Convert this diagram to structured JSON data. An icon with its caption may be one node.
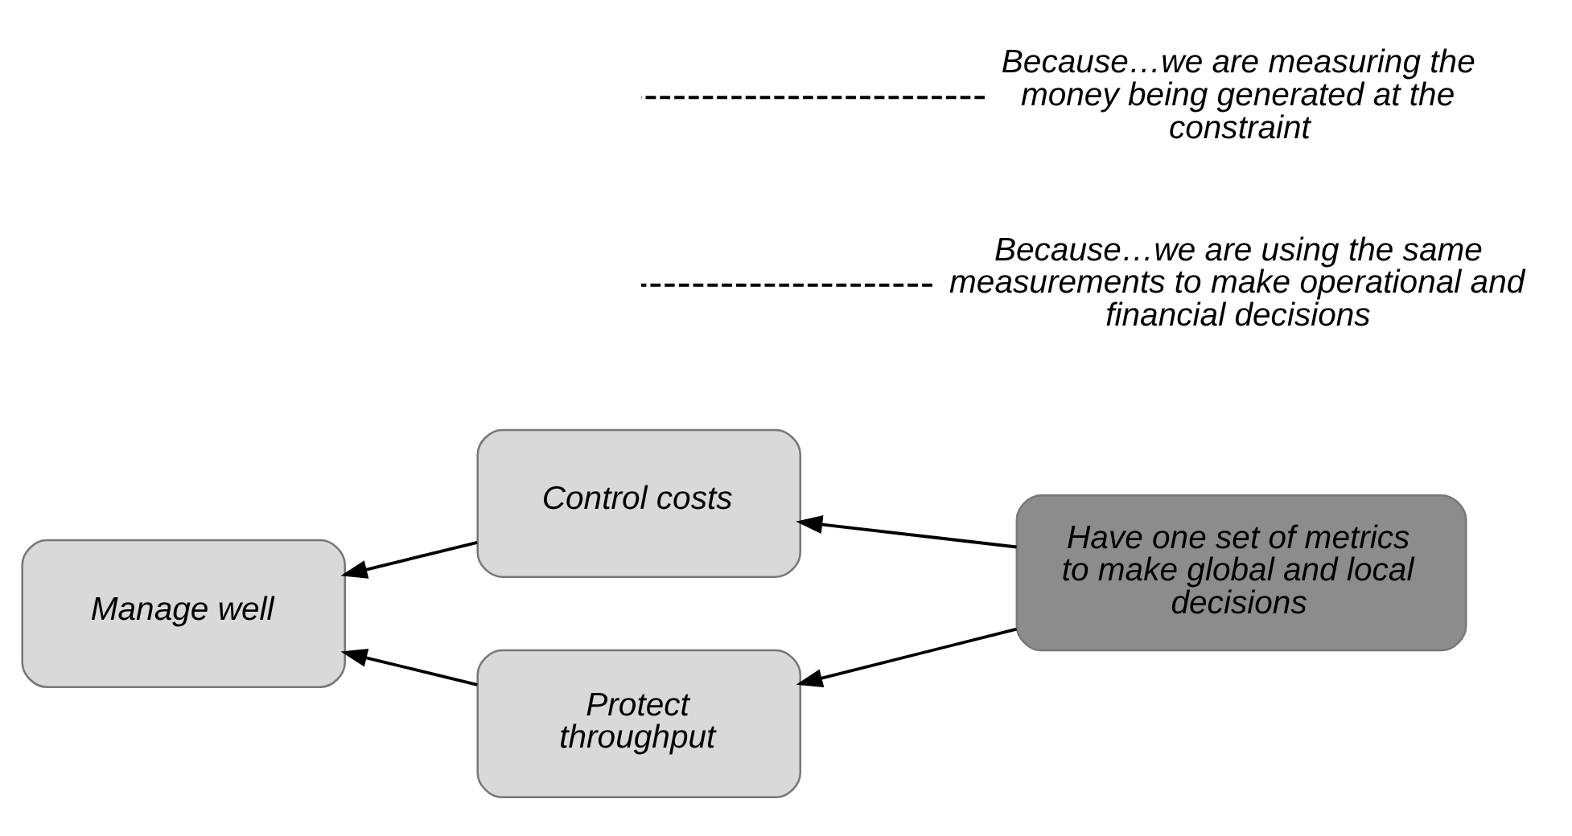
{
  "diagram": {
    "nodes": [
      {
        "text": [
          "Control costs"
        ]
      },
      {
        "text": [
          "Manage well"
        ]
      },
      {
        "text": [
          "Have one set of metrics to make global and local decisions"
        ]
      },
      {
        "text": [
          "Protect throughput"
        ]
      },
      {
        "text": [
          "Because…we are using the same measurements to make operational and financial decisions"
        ]
      },
      {
        "text": [
          "Because…we are measuring the money being generated at the constraint"
        ]
      }
    ],
    "edges": [
      {
        "from": 0,
        "to": 1,
        "arrow": "to"
      },
      {
        "from": 3,
        "to": 1,
        "arrow": "to"
      },
      {
        "from": 2,
        "to": 0,
        "arrow": "to"
      },
      {
        "from": 2,
        "to": 3,
        "arrow": "to"
      },
      {
        "from": 4,
        "to": null,
        "arrow": "none",
        "style": "dashed"
      },
      {
        "from": 5,
        "to": null,
        "arrow": "none",
        "style": "dashed"
      }
    ]
  }
}
